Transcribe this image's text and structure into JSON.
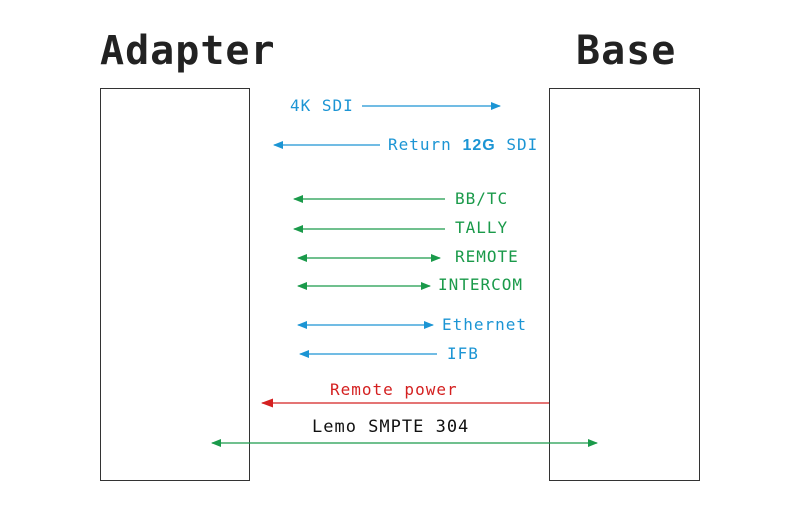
{
  "titles": {
    "left": "Adapter",
    "right": "Base"
  },
  "colors": {
    "blue": "#1c95d4",
    "green": "#1a9a4a",
    "red": "#d42020",
    "black": "#111111"
  },
  "signals": [
    {
      "label": "4K SDI",
      "direction": "to-base",
      "color": "blue"
    },
    {
      "label_parts": [
        "Return ",
        "12G",
        " SDI"
      ],
      "direction": "to-adapter",
      "color": "blue"
    },
    {
      "label": "BB/TC",
      "direction": "to-adapter",
      "color": "green"
    },
    {
      "label": "TALLY",
      "direction": "to-adapter",
      "color": "green"
    },
    {
      "label": "REMOTE",
      "direction": "bidirectional",
      "color": "green"
    },
    {
      "label": "INTERCOM",
      "direction": "bidirectional",
      "color": "green"
    },
    {
      "label": "Ethernet",
      "direction": "bidirectional",
      "color": "blue"
    },
    {
      "label": "IFB",
      "direction": "to-adapter",
      "color": "blue"
    },
    {
      "label": "Remote power",
      "direction": "to-adapter",
      "color": "red"
    },
    {
      "label": "Lemo SMPTE 304",
      "direction": "bidirectional",
      "color": "black"
    }
  ]
}
